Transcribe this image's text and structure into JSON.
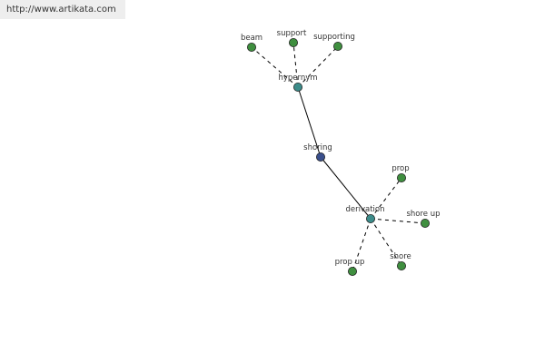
{
  "source_url": "http://www.artikata.com",
  "colors": {
    "center_node": "#3a4f8c",
    "hub_node": "#3c8c8a",
    "leaf_node": "#3f8f3f",
    "edge": "#000000",
    "node_border": "#222222"
  },
  "nodes": {
    "center": {
      "label": "shoring",
      "kind": "center"
    },
    "hypernym": {
      "label": "hypernym",
      "kind": "hub"
    },
    "derivation": {
      "label": "derivation",
      "kind": "hub"
    },
    "beam": {
      "label": "beam",
      "kind": "leaf"
    },
    "support": {
      "label": "support",
      "kind": "leaf"
    },
    "supporting": {
      "label": "supporting",
      "kind": "leaf"
    },
    "prop": {
      "label": "prop",
      "kind": "leaf"
    },
    "shore_up": {
      "label": "shore up",
      "kind": "leaf"
    },
    "shore": {
      "label": "shore",
      "kind": "leaf"
    },
    "prop_up": {
      "label": "prop up",
      "kind": "leaf"
    }
  },
  "edges": [
    {
      "from": "center",
      "to": "hypernym",
      "style": "solid"
    },
    {
      "from": "center",
      "to": "derivation",
      "style": "solid"
    },
    {
      "from": "hypernym",
      "to": "beam",
      "style": "dashed"
    },
    {
      "from": "hypernym",
      "to": "support",
      "style": "dashed"
    },
    {
      "from": "hypernym",
      "to": "supporting",
      "style": "dashed"
    },
    {
      "from": "derivation",
      "to": "prop",
      "style": "dashed"
    },
    {
      "from": "derivation",
      "to": "shore_up",
      "style": "dashed"
    },
    {
      "from": "derivation",
      "to": "shore",
      "style": "dashed"
    },
    {
      "from": "derivation",
      "to": "prop_up",
      "style": "dashed"
    }
  ]
}
